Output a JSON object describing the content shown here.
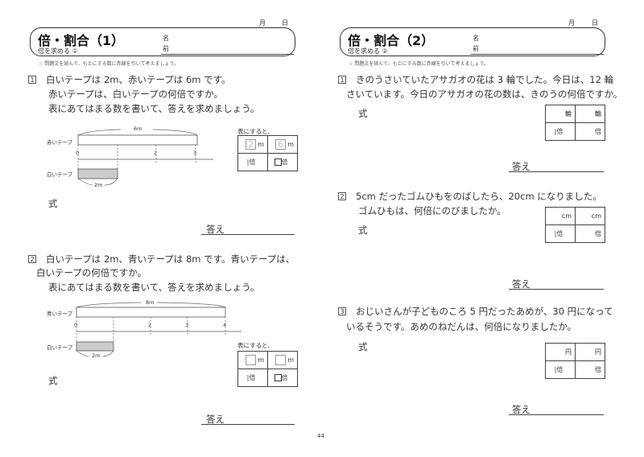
{
  "date": {
    "month": "月",
    "day": "日"
  },
  "name_label": [
    "名",
    "前"
  ],
  "instruction": "☆ 問題文を読んで、もとにする数に赤線を引いて考えましょう。",
  "left": {
    "title": "倍・割合（1）",
    "subtitle": "倍を求める ①",
    "q1": {
      "num": "1",
      "lines": [
        "白いテープは 2m、赤いテープは 6m です。",
        "赤いテープは、白いテープの何倍ですか。",
        "表にあてはまる数を書いて、答えを求めましょう。"
      ],
      "red_tape": "赤いテープ",
      "white_tape": "白いテープ",
      "total": "6m",
      "part": "2m",
      "ticks": [
        "0",
        "2",
        "3"
      ],
      "table_title": "表にすると、",
      "table": {
        "v1": "2",
        "u1": "m",
        "v2": "6",
        "u2": "m",
        "b1": "|",
        "b1u": "倍",
        "b2u": "倍"
      },
      "shiki": "式",
      "answer": "答え"
    },
    "q2": {
      "num": "2",
      "lines": [
        "白いテープは 2m、青いテープは 8m です。青いテープは、",
        "白いテープの何倍ですか。",
        "表にあてはまる数を書いて、答えを求めましょう。"
      ],
      "blue_tape": "青いテープ",
      "white_tape": "白いテープ",
      "total": "8m",
      "part": "2m",
      "ticks": [
        "0",
        "2",
        "3",
        "4"
      ],
      "table_title": "表にすると、",
      "table": {
        "u1": "m",
        "u2": "m",
        "b1": "|",
        "b1u": "倍",
        "b2u": "倍"
      },
      "shiki": "式",
      "answer": "答え"
    }
  },
  "right": {
    "title": "倍・割合（2）",
    "subtitle": "倍を求める ②",
    "q1": {
      "num": "1",
      "lines": [
        "きのうさいていたアサガオの花は 3 輪でした。今日は、12 輪",
        "さいています。今日のアサガオの花の数は、きのうの何倍ですか。"
      ],
      "table": [
        "輪",
        "輪",
        "|倍",
        "倍"
      ],
      "shiki": "式",
      "answer": "答え"
    },
    "q2": {
      "num": "2",
      "lines": [
        "5cm だったゴムひもをのばしたら、20cm になりました。",
        "ゴムひもは、何倍にのびましたか。"
      ],
      "table": [
        "cm",
        "cm",
        "|倍",
        "倍"
      ],
      "shiki": "式",
      "answer": "答え"
    },
    "q3": {
      "num": "3",
      "lines": [
        "おじいさんが子どものころ 5 円だったあめが、30 円になって",
        "いるそうです。あめのねだんは、何倍になりましたか。"
      ],
      "table": [
        "円",
        "円",
        "|倍",
        "倍"
      ],
      "shiki": "式",
      "answer": "答え"
    }
  },
  "page_number": "44"
}
